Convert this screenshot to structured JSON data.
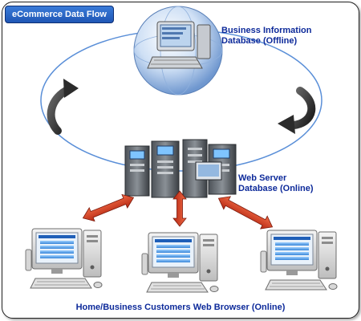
{
  "title": "eCommerce Data Flow",
  "nodes": {
    "business_db": {
      "line1": "Business Information",
      "line2": "Database (Offline)"
    },
    "web_server": {
      "line1": "Web Server",
      "line2": "Database (Online)"
    },
    "customers": {
      "label": "Home/Business Customers Web Browser (Online)"
    }
  },
  "colors": {
    "ellipse": "#5a8fd8",
    "bidirectional_arrow": "#d8341a",
    "cycle_arrow": "#2b2b2b",
    "label_text": "#0d2a9a",
    "title_tab": "#2a63c6"
  },
  "icons": [
    "globe-computer-icon",
    "server-rack-icon",
    "desktop-computer-icon",
    "cycle-arrow-icon",
    "double-arrow-icon"
  ]
}
